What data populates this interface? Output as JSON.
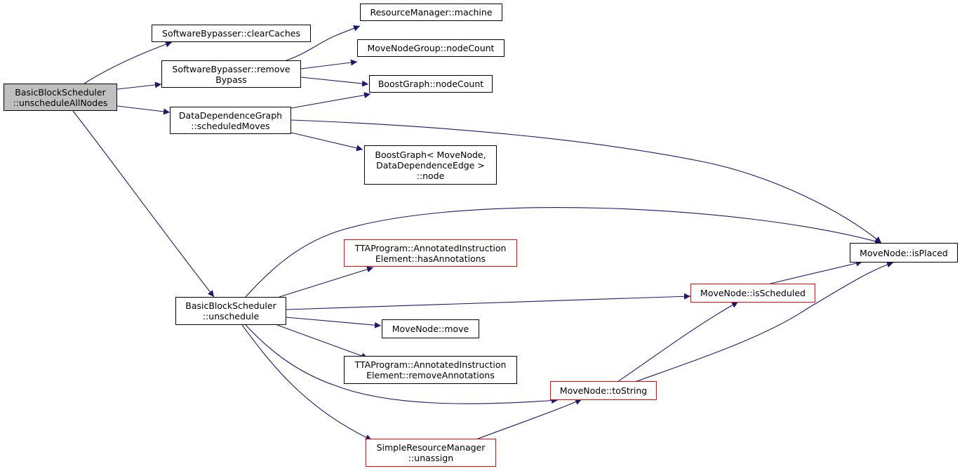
{
  "colors": {
    "edge": "#191970",
    "root_fill": "#bfbfbf",
    "node_border": "#000000",
    "truncated_border": "#ff0000"
  },
  "nodes": {
    "root": {
      "line1": "BasicBlockScheduler",
      "line2": "::unscheduleAllNodes"
    },
    "clearCaches": {
      "line1": "SoftwareBypasser::clearCaches"
    },
    "removeBypass": {
      "line1": "SoftwareBypasser::remove",
      "line2": "Bypass"
    },
    "ddgSched": {
      "line1": "DataDependenceGraph",
      "line2": "::scheduledMoves"
    },
    "unschedule": {
      "line1": "BasicBlockScheduler",
      "line2": "::unschedule"
    },
    "rmMachine": {
      "line1": "ResourceManager::machine"
    },
    "mngCount": {
      "line1": "MoveNodeGroup::nodeCount"
    },
    "bgCount": {
      "line1": "BoostGraph::nodeCount"
    },
    "bgNode": {
      "line1": "BoostGraph< MoveNode,",
      "line2": "DataDependenceEdge >",
      "line3": "::node"
    },
    "isPlaced": {
      "line1": "MoveNode::isPlaced"
    },
    "hasAnn": {
      "line1": "TTAProgram::AnnotatedInstruction",
      "line2": "Element::hasAnnotations"
    },
    "isSched": {
      "line1": "MoveNode::isScheduled"
    },
    "move": {
      "line1": "MoveNode::move"
    },
    "rmAnn": {
      "line1": "TTAProgram::AnnotatedInstruction",
      "line2": "Element::removeAnnotations"
    },
    "toString": {
      "line1": "MoveNode::toString"
    },
    "unassign": {
      "line1": "SimpleResourceManager",
      "line2": "::unassign"
    }
  }
}
